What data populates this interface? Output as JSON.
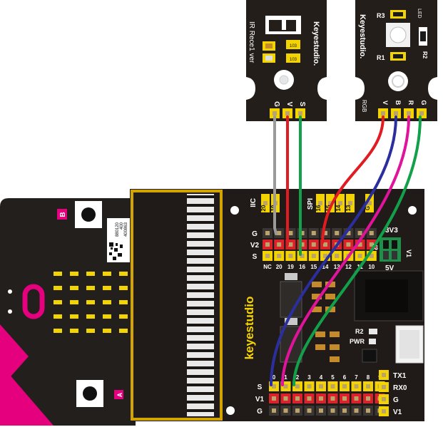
{
  "ir_module": {
    "brand": "Keyestudio.",
    "name": "IR Rece1 ver",
    "pins": [
      "G",
      "V",
      "S"
    ],
    "smd_code": "103"
  },
  "rgb_module": {
    "brand": "Keyestudio.",
    "label_r3": "R3",
    "label_r1": "R1",
    "label_r2": "R2",
    "label_led": "LED",
    "label_rgb": "RGB",
    "pins": [
      "V",
      "B",
      "R",
      "G"
    ]
  },
  "shield": {
    "brand": "keyestudio",
    "iic_label": "IIC",
    "spi_label": "SPI",
    "iic_pins": [
      "20",
      "19"
    ],
    "spi_pins": [
      "16",
      "15",
      "14",
      "13"
    ],
    "top_g": "G",
    "row_labels": [
      "G",
      "V2",
      "S"
    ],
    "top_numbers": [
      "NC",
      "20",
      "19",
      "16",
      "15",
      "14",
      "13",
      "12",
      "11",
      "10"
    ],
    "jumper_label_a": "3V3",
    "jumper_label_5v": "5V",
    "jumper_label_v1": "V1",
    "jumper_label_v2": "V2",
    "r2_label": "R2",
    "pwr_label": "PWR",
    "bottom_numbers": [
      "0",
      "1",
      "2",
      "3",
      "4",
      "5",
      "6",
      "7",
      "8",
      "9"
    ],
    "bottom_row_labels": [
      "S",
      "V1",
      "G"
    ],
    "side_labels": [
      "TX1",
      "RX0",
      "G",
      "V1"
    ]
  },
  "microbit": {
    "button_a": "A",
    "button_b": "B",
    "qr_text": [
      "400863",
      "400",
      "880120"
    ]
  },
  "colors": {
    "board": "#201b18",
    "yellow": "#f4d400",
    "red_header": "#d9222a",
    "magenta": "#e5007e",
    "wire_gray": "#9a9a9a",
    "wire_red": "#e11b22",
    "wire_green": "#13a04a",
    "wire_blue": "#2b2f9e",
    "wire_magenta": "#e0149a"
  }
}
